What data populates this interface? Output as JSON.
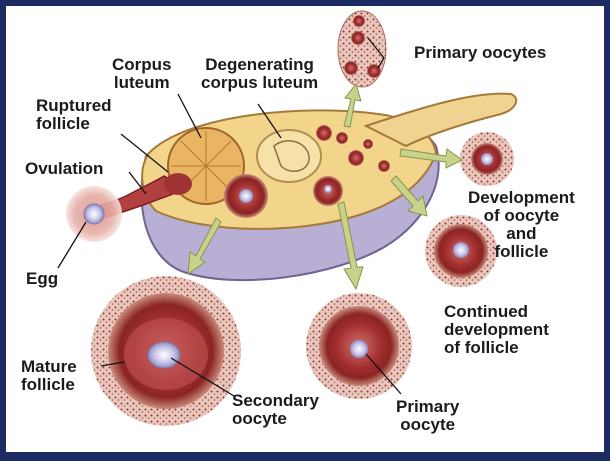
{
  "labels": {
    "corpus_luteum": "Corpus\nluteum",
    "degenerating_corpus_luteum": "Degenerating\ncorpus luteum",
    "primary_oocytes": "Primary oocytes",
    "ruptured_follicle": "Ruptured\nfollicle",
    "ovulation": "Ovulation",
    "egg": "Egg",
    "development_of_oocyte": "Development\nof oocyte\nand\nfollicle",
    "continued_development": "Continued\ndevelopment\nof follicle",
    "mature_follicle": "Mature\nfollicle",
    "secondary_oocyte": "Secondary\noocyte",
    "primary_oocyte": "Primary\noocyte"
  },
  "colors": {
    "frame": "#1c2c62",
    "ovary_body": "#f2d58a",
    "ovary_rim": "#b9aed3",
    "follicle_red": "#a32f2f",
    "oocyte": "#c9c6e8",
    "arrow": "#c8d28a"
  }
}
